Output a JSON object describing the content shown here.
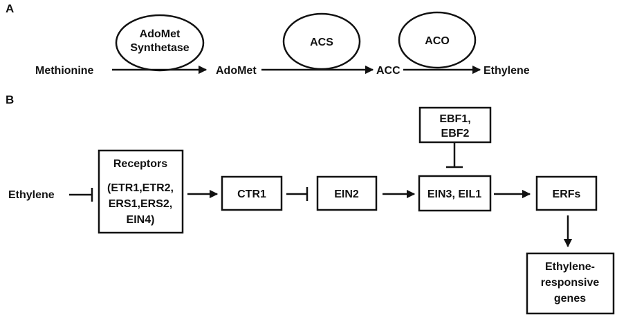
{
  "panel_a": {
    "label": "A",
    "nodes": {
      "methionine": "Methionine",
      "adomet": "AdoMet",
      "acc": "ACC",
      "ethylene": "Ethylene"
    },
    "enzymes": {
      "adomet_synthetase": [
        "AdoMet",
        "Synthetase"
      ],
      "acs": "ACS",
      "aco": "ACO"
    }
  },
  "panel_b": {
    "label": "B",
    "ethylene": "Ethylene",
    "receptors": [
      "Receptors",
      "(ETR1,ETR2,",
      "ERS1,ERS2,",
      "EIN4)"
    ],
    "ctr1": "CTR1",
    "ein2": "EIN2",
    "ein3": "EIN3, EIL1",
    "ebf": [
      "EBF1,",
      "EBF2"
    ],
    "erfs": "ERFs",
    "responsive_genes": [
      "Ethylene-",
      "responsive",
      "genes"
    ]
  }
}
